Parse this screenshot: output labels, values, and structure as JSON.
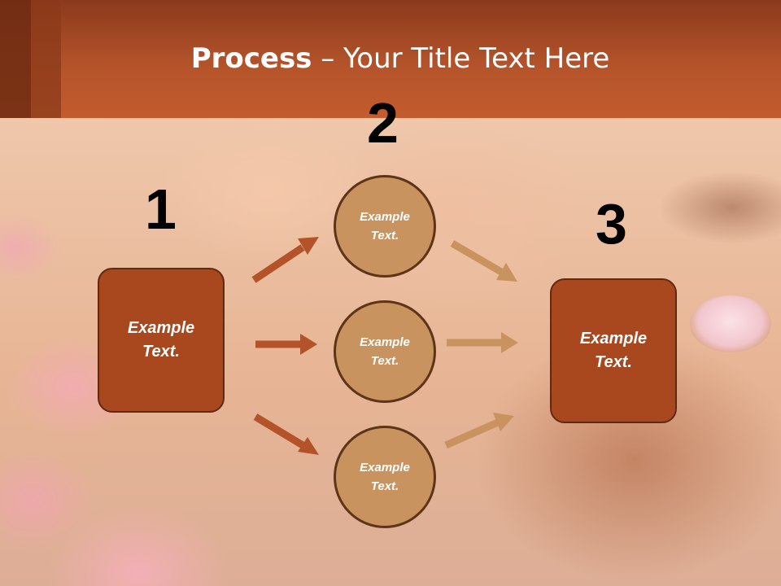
{
  "slide": {
    "title_bold": "Process",
    "title_rest": " – Your Title Text Here",
    "numbers": [
      "1",
      "2",
      "3"
    ],
    "left_box": {
      "line1": "Example",
      "line2": "Text."
    },
    "right_box": {
      "line1": "Example",
      "line2": "Text."
    },
    "circles": [
      {
        "line1": "Example",
        "line2": "Text."
      },
      {
        "line1": "Example",
        "line2": "Text."
      },
      {
        "line1": "Example",
        "line2": "Text."
      }
    ]
  },
  "colors": {
    "header": "#b4532a",
    "box_fill": "#a9471f",
    "circle_fill": "#c8935f",
    "arrow_dark": "#b4532a",
    "arrow_light": "#c8935f"
  }
}
